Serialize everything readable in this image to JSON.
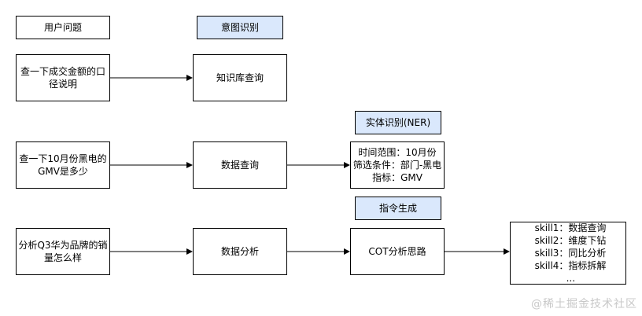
{
  "headers": {
    "user_question": "用户问题",
    "intent_recognition": "意图识别"
  },
  "rows": {
    "row1": {
      "question": [
        "查一下成交金额的口",
        "径说明"
      ],
      "action": "知识库查询"
    },
    "row2": {
      "question": [
        "查一下10月份黑电的",
        "GMV是多少"
      ],
      "action": "数据查询",
      "ner_label": "实体识别(NER)",
      "ner_result": [
        "时间范围：10月份",
        "筛选条件：部门-黑电",
        "指标：GMV"
      ]
    },
    "row3": {
      "question": [
        "分析Q3华为品牌的销",
        "量怎么样"
      ],
      "action": "数据分析",
      "instruction_label": "指令生成",
      "cot": "COT分析思路",
      "skills": [
        "skill1：数据查询",
        "skill2：维度下钻",
        "skill3：同比分析",
        "skill4：指标拆解",
        "..."
      ]
    }
  },
  "watermark": "@稀土掘金技术社区"
}
